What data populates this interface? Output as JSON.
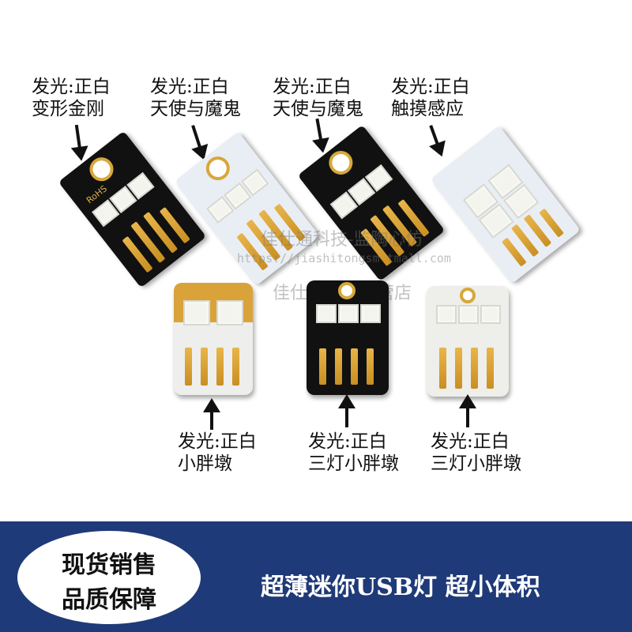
{
  "captions": [
    {
      "line1": "发光:正白",
      "line2": "变形金刚"
    },
    {
      "line1": "发光:正白",
      "line2": "天使与魔鬼"
    },
    {
      "line1": "发光:正白",
      "line2": "天使与魔鬼"
    },
    {
      "line1": "发光:正白",
      "line2": "触摸感应"
    },
    {
      "line1": "发光:正白",
      "line2": "小胖墩"
    },
    {
      "line1": "发光:正白",
      "line2": "三灯小胖墩"
    },
    {
      "line1": "发光:正白",
      "line2": "三灯小胖墩"
    }
  ],
  "board_marking": "RoHS",
  "watermark": {
    "line1": "佳仕通科技-监陶心仿",
    "line2": "https://jiashitongsm.tmall.com",
    "line3": "佳仕通数码专营店"
  },
  "banner": {
    "badge_line1": "现货销售",
    "badge_line2": "品质保障",
    "slogan": "超薄迷你USB灯  超小体积"
  },
  "colors": {
    "banner": "#1f3a78",
    "pad_gold": "#d7a83a",
    "pcb_black": "#111111",
    "pcb_white": "#e9eef5"
  }
}
